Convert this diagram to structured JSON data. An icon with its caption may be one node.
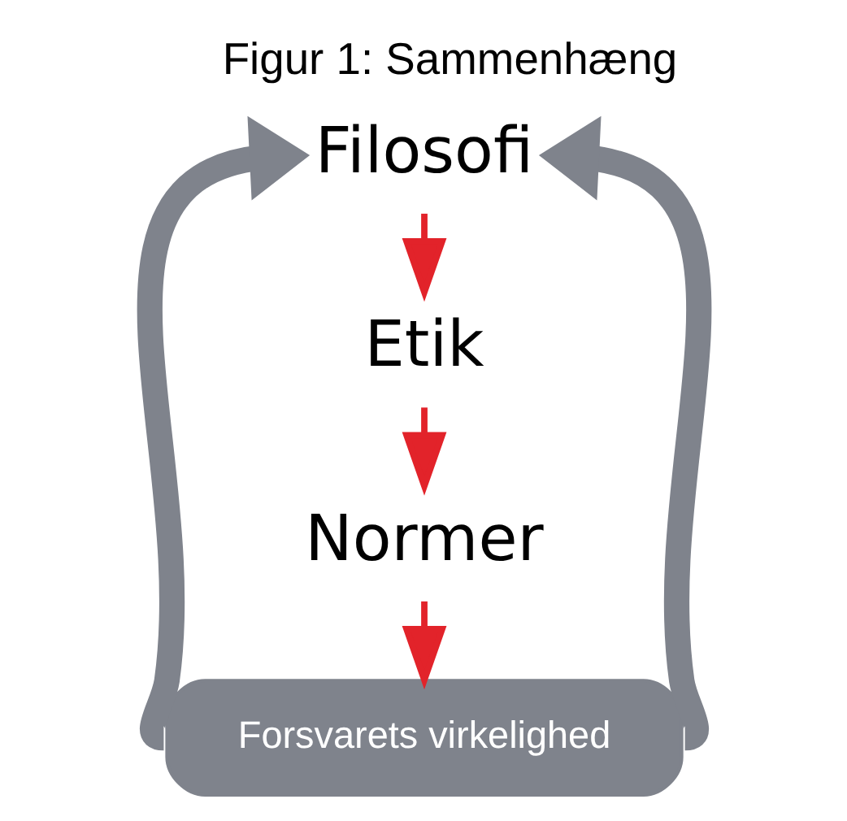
{
  "diagram": {
    "title": "Figur 1: Sammenhæng",
    "nodes": [
      {
        "text": [
          "Filosofi"
        ]
      },
      {
        "text": [
          "Etik"
        ]
      },
      {
        "text": [
          "Normer"
        ]
      },
      {
        "text": [
          "Forsvarets virkelighed"
        ]
      }
    ],
    "edges": [
      {
        "from": 0,
        "to": 1,
        "arrow": "to"
      },
      {
        "from": 1,
        "to": 2,
        "arrow": "to"
      },
      {
        "from": 2,
        "to": 3,
        "arrow": "to"
      },
      {
        "from": 3,
        "to": 0,
        "arrow": "to",
        "style": "thick",
        "color": "#7f838c"
      },
      {
        "from": 3,
        "to": 0,
        "arrow": "to",
        "style": "thick",
        "color": "#7f838c"
      }
    ]
  }
}
